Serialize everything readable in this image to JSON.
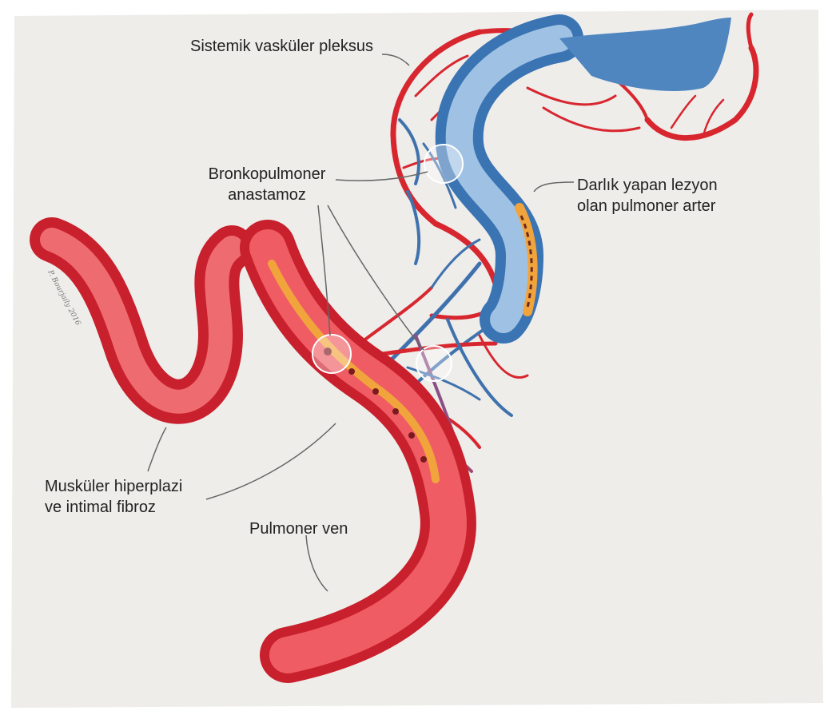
{
  "labels": {
    "systemic_plexus": "Sistemik vasküler pleksus",
    "bronchopulmonary": [
      "Bronkopulmoner",
      "anastamoz"
    ],
    "stenotic_lesion": [
      "Darlık yapan lezyon",
      "olan pulmoner arter"
    ],
    "muscular_hyperplasia": [
      "Musküler hiperplazi",
      "ve intimal fibroz"
    ],
    "pulmonary_vein": "Pulmoner ven"
  },
  "colors": {
    "background": "#eeedea",
    "artery_blue": "#4f86c0",
    "artery_blue_light": "#a9c8e6",
    "vein_red": "#e2404a",
    "vein_red_light": "#f6a5a3",
    "systemic_red": "#d8262f",
    "lesion_orange": "#f1a43c",
    "leader_line": "#666666"
  },
  "signature": "P. Bourjaily 2016"
}
